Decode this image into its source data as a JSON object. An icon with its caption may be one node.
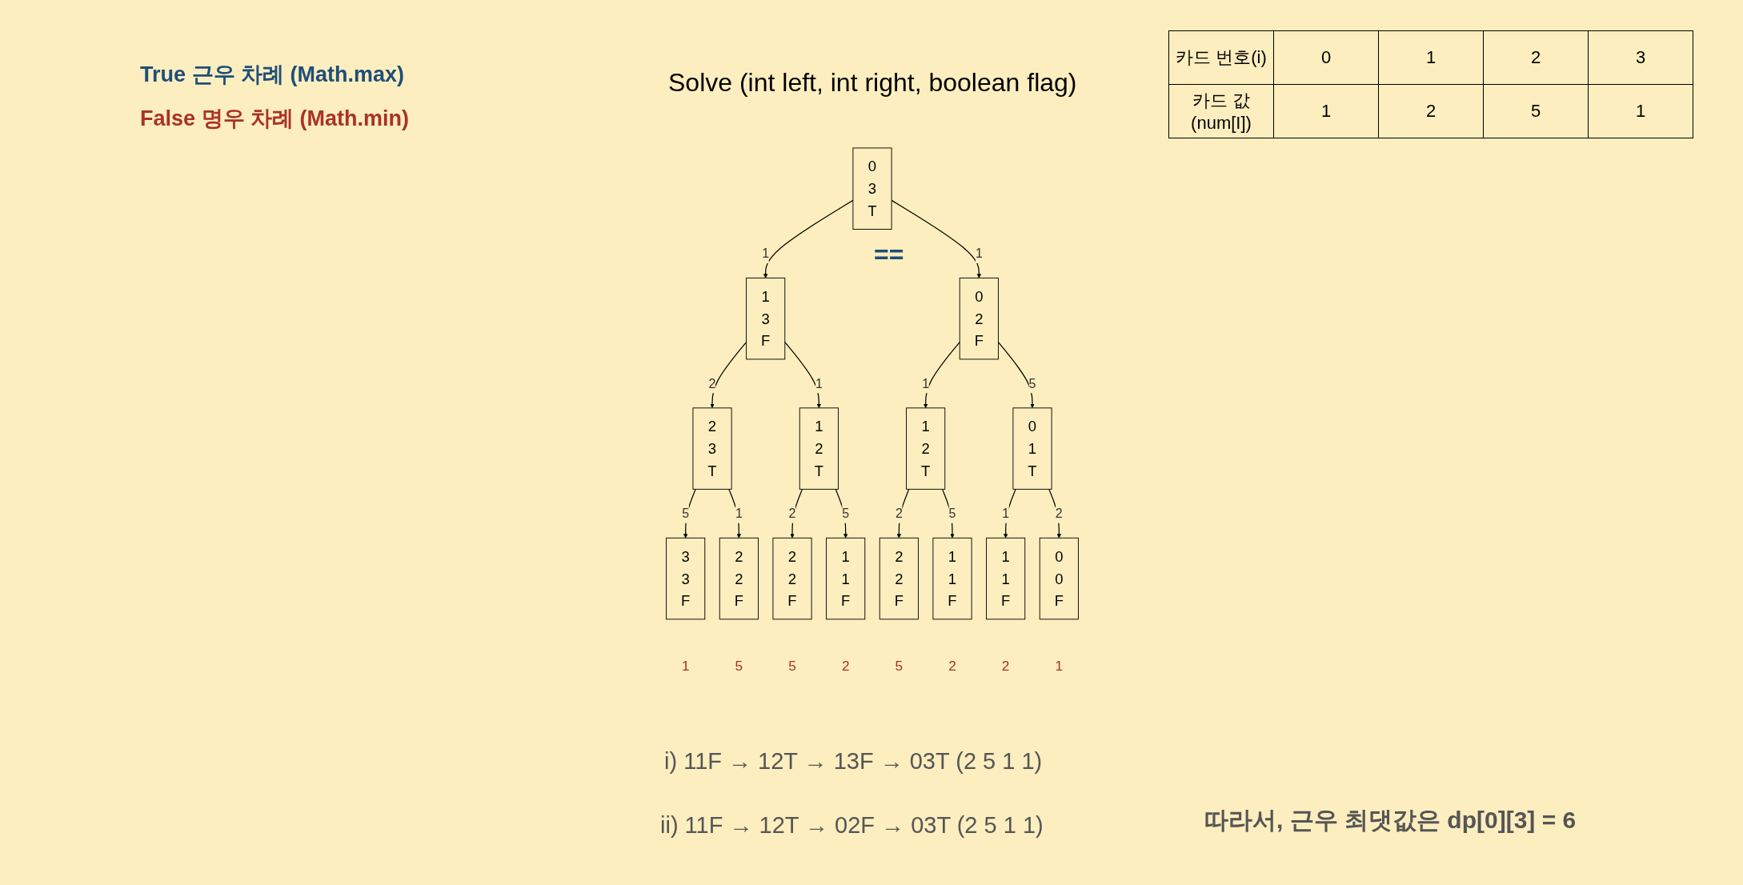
{
  "diagram": {
    "title": "Solve (int left, int right, boolean flag)",
    "nodes": [
      {
        "text": [
          "0",
          "3",
          "T"
        ]
      },
      {
        "text": [
          "1",
          "3",
          "F"
        ]
      },
      {
        "text": [
          "0",
          "2",
          "F"
        ]
      },
      {
        "text": [
          "2",
          "3",
          "T"
        ]
      },
      {
        "text": [
          "1",
          "2",
          "T"
        ]
      },
      {
        "text": [
          "1",
          "2",
          "T"
        ]
      },
      {
        "text": [
          "0",
          "1",
          "T"
        ]
      },
      {
        "text": [
          "3",
          "3",
          "F"
        ],
        "beside": [
          "1"
        ]
      },
      {
        "text": [
          "2",
          "2",
          "F"
        ],
        "beside": [
          "5"
        ]
      },
      {
        "text": [
          "2",
          "2",
          "F"
        ],
        "beside": [
          "5"
        ]
      },
      {
        "text": [
          "1",
          "1",
          "F"
        ],
        "beside": [
          "2"
        ]
      },
      {
        "text": [
          "2",
          "2",
          "F"
        ],
        "beside": [
          "5"
        ]
      },
      {
        "text": [
          "1",
          "1",
          "F"
        ],
        "beside": [
          "2"
        ]
      },
      {
        "text": [
          "1",
          "1",
          "F"
        ],
        "beside": [
          "2"
        ]
      },
      {
        "text": [
          "0",
          "0",
          "F"
        ],
        "beside": [
          "1"
        ]
      }
    ],
    "edges": [
      {
        "from": 0,
        "to": 1,
        "arrow": "to",
        "label": "1"
      },
      {
        "from": 0,
        "to": 2,
        "arrow": "to",
        "label": "1"
      },
      {
        "from": 1,
        "to": 3,
        "arrow": "to",
        "label": "2"
      },
      {
        "from": 1,
        "to": 4,
        "arrow": "to",
        "label": "1"
      },
      {
        "from": 2,
        "to": 5,
        "arrow": "to",
        "label": "1"
      },
      {
        "from": 2,
        "to": 6,
        "arrow": "to",
        "label": "5"
      },
      {
        "from": 3,
        "to": 7,
        "arrow": "to",
        "label": "5"
      },
      {
        "from": 3,
        "to": 8,
        "arrow": "to",
        "label": "1"
      },
      {
        "from": 4,
        "to": 9,
        "arrow": "to",
        "label": "2"
      },
      {
        "from": 4,
        "to": 10,
        "arrow": "to",
        "label": "5"
      },
      {
        "from": 5,
        "to": 11,
        "arrow": "to",
        "label": "2"
      },
      {
        "from": 5,
        "to": 12,
        "arrow": "to",
        "label": "5"
      },
      {
        "from": 6,
        "to": 13,
        "arrow": "to",
        "label": "1"
      },
      {
        "from": 6,
        "to": 14,
        "arrow": "to",
        "label": "2"
      }
    ],
    "labels": [
      "True 근우 차례 (Math.max)",
      "False 명우 차례 (Math.min)",
      "카드 번호(i)",
      "0",
      "1",
      "2",
      "3",
      "카드 값 (num[I])",
      "1",
      "2",
      "5",
      "1",
      "==",
      "i) 11F → 12T → 13F → 03T (2 5 1 1)",
      "ii) 11F → 12T → 02F → 03T (2 5 1 1)",
      "따라서, 근우 최댓값은 dp[0][3] = 6"
    ]
  }
}
